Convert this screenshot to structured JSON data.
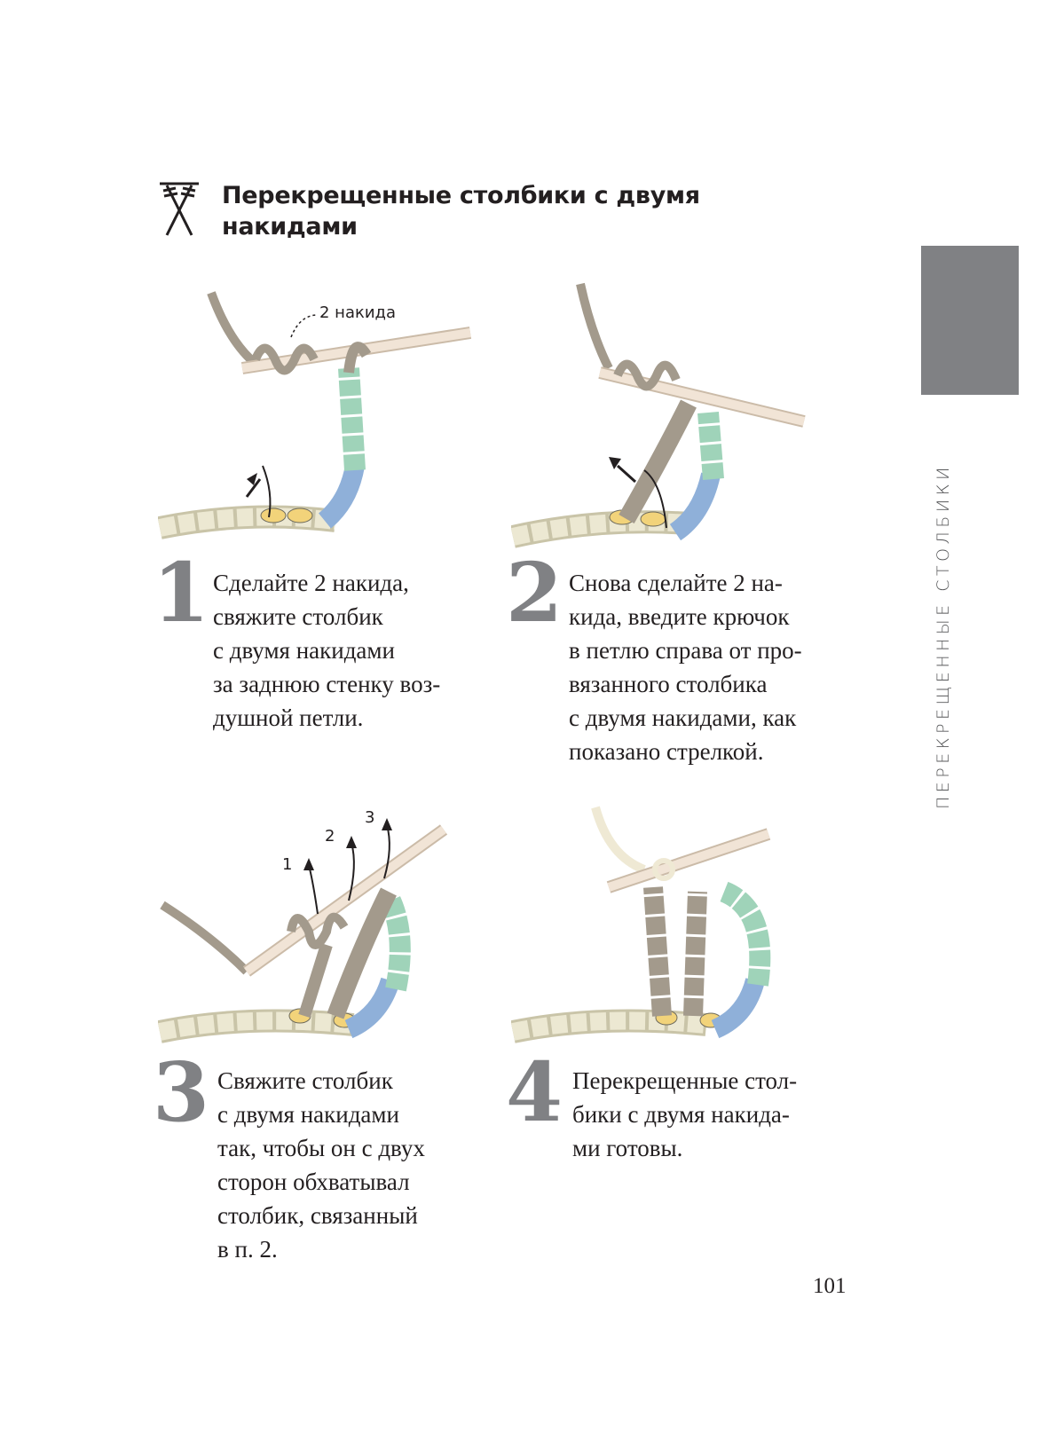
{
  "title": "Перекрещенные столбики с двумя накидами",
  "side_tab": "ПЕРЕКРЕЩЕННЫЕ СТОЛБИКИ",
  "page_number": "101",
  "colors": {
    "tab": "#808184",
    "yarn": "#a39a8c",
    "chain": "#e9e5cf",
    "green": "#9fd3b9",
    "blue": "#8fb0d9",
    "yellow": "#f2d37a",
    "hook": "#f1e4d6"
  },
  "steps": [
    {
      "number": "1",
      "text": "Сделайте 2 накида,\nсвяжите столбик\nс двумя накидами\nза заднюю стенку воз-\nдушной петли.",
      "annotation": "2 накида"
    },
    {
      "number": "2",
      "text": "Снова сделайте 2 на-\nкида, введите крючок\nв петлю справа от про-\nвязанного столбика\nс двумя накидами, как\nпоказано стрелкой."
    },
    {
      "number": "3",
      "text": "Свяжите столбик\nс двумя накидами\nтак, чтобы он с двух\nсторон обхватывал\nстолбик, связанный\nв п. 2.",
      "arrow_labels": [
        "1",
        "2",
        "3"
      ]
    },
    {
      "number": "4",
      "text": "Перекрещенные стол-\nбики с двумя накида-\nми готовы."
    }
  ]
}
